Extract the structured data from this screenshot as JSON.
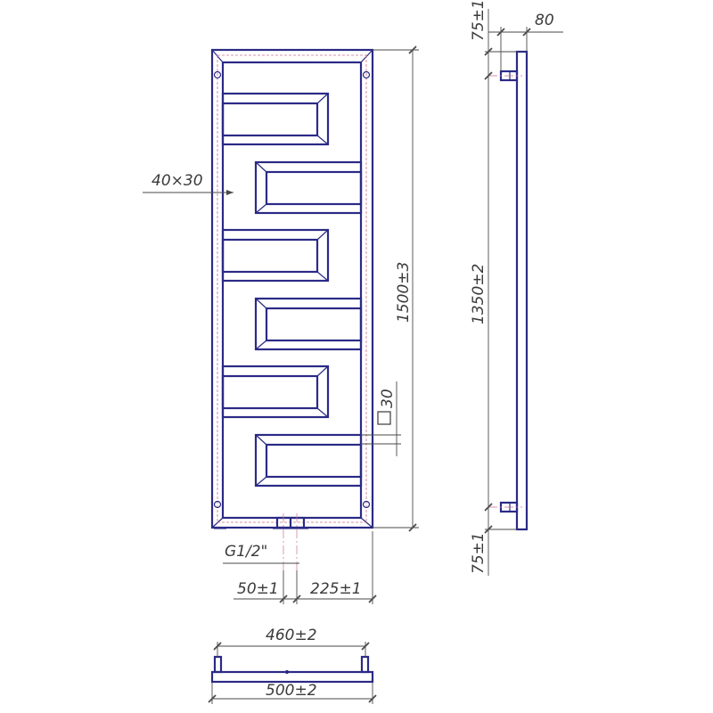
{
  "dimensions": {
    "pipe_profile": "40×30",
    "total_height": "1500±3",
    "center_distance": "1350±2",
    "side_offset_top": "75±1",
    "side_offset_bottom": "75±1",
    "side_depth": "80",
    "square_profile": "30",
    "thread": "G1/2\"",
    "inlet_spacing": "50±1",
    "inlet_offset": "225±1",
    "inner_width": "460±2",
    "total_width": "500±2"
  },
  "colors": {
    "outline": "#2b2a86",
    "dimension": "#3a3a3a",
    "centerline": "#c9748a"
  }
}
